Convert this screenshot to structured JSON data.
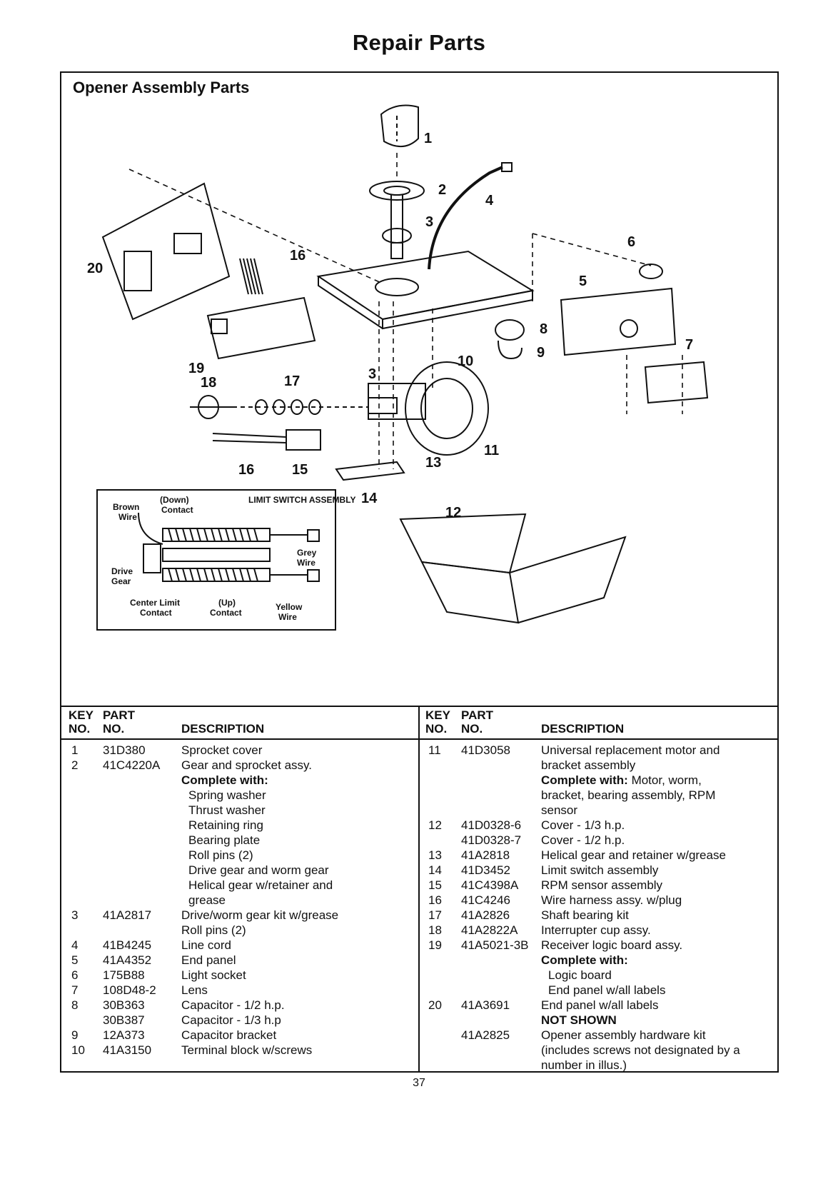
{
  "page_title": "Repair Parts",
  "section_title": "Opener Assembly Parts",
  "callouts": [
    "1",
    "2",
    "3",
    "4",
    "5",
    "6",
    "7",
    "8",
    "9",
    "10",
    "11",
    "12",
    "13",
    "14",
    "15",
    "16",
    "17",
    "18",
    "19",
    "20"
  ],
  "inset": {
    "title": "LIMIT SWITCH ASSEMBLY",
    "labels": {
      "down": "(Down)",
      "contact": "Contact",
      "brown": "Brown",
      "wire": "Wire",
      "grey": "Grey",
      "drive": "Drive",
      "gear": "Gear",
      "center_limit": "Center Limit",
      "up": "(Up)",
      "yellow": "Yellow"
    }
  },
  "table": {
    "headers": {
      "key": "KEY",
      "no": "NO.",
      "part": "PART",
      "description": "DESCRIPTION"
    },
    "left_rows": [
      {
        "key": "1",
        "part": "31D380",
        "desc": "Sprocket cover"
      },
      {
        "key": "2",
        "part": "41C4220A",
        "desc": "Gear and sprocket assy."
      },
      {
        "key": "",
        "part": "",
        "desc": "Complete with:",
        "bold": true
      },
      {
        "key": "",
        "part": "",
        "desc": "Spring washer",
        "indent": true
      },
      {
        "key": "",
        "part": "",
        "desc": "Thrust washer",
        "indent": true
      },
      {
        "key": "",
        "part": "",
        "desc": "Retaining ring",
        "indent": true
      },
      {
        "key": "",
        "part": "",
        "desc": "Bearing plate",
        "indent": true
      },
      {
        "key": "",
        "part": "",
        "desc": "Roll pins (2)",
        "indent": true
      },
      {
        "key": "",
        "part": "",
        "desc": "Drive gear and worm gear",
        "indent": true
      },
      {
        "key": "",
        "part": "",
        "desc": "Helical gear w/retainer and",
        "indent": true
      },
      {
        "key": "",
        "part": "",
        "desc": "grease",
        "indent": true
      },
      {
        "key": "3",
        "part": "41A2817",
        "desc": "Drive/worm gear kit w/grease"
      },
      {
        "key": "",
        "part": "",
        "desc": "Roll pins (2)"
      },
      {
        "key": "4",
        "part": "41B4245",
        "desc": "Line cord"
      },
      {
        "key": "5",
        "part": "41A4352",
        "desc": "End panel"
      },
      {
        "key": "6",
        "part": "175B88",
        "desc": "Light socket"
      },
      {
        "key": "7",
        "part": "108D48-2",
        "desc": "Lens"
      },
      {
        "key": "8",
        "part": "30B363",
        "desc": "Capacitor - 1/2 h.p."
      },
      {
        "key": "",
        "part": "30B387",
        "desc": "Capacitor - 1/3 h.p"
      },
      {
        "key": "9",
        "part": "12A373",
        "desc": "Capacitor bracket"
      },
      {
        "key": "10",
        "part": "41A3150",
        "desc": "Terminal block w/screws"
      }
    ],
    "right_rows": [
      {
        "key": "11",
        "part": "41D3058",
        "desc": "Universal replacement motor and"
      },
      {
        "key": "",
        "part": "",
        "desc": "bracket assembly"
      },
      {
        "key": "",
        "part": "",
        "desc_bold": "Complete with:",
        "desc": " Motor, worm,"
      },
      {
        "key": "",
        "part": "",
        "desc": "bracket, bearing assembly, RPM"
      },
      {
        "key": "",
        "part": "",
        "desc": "sensor"
      },
      {
        "key": "12",
        "part": "41D0328-6",
        "desc": "Cover - 1/3 h.p."
      },
      {
        "key": "",
        "part": "41D0328-7",
        "desc": "Cover - 1/2 h.p."
      },
      {
        "key": "13",
        "part": "41A2818",
        "desc": "Helical gear and retainer w/grease"
      },
      {
        "key": "14",
        "part": "41D3452",
        "desc": "Limit switch assembly"
      },
      {
        "key": "15",
        "part": "41C4398A",
        "desc": "RPM sensor assembly"
      },
      {
        "key": "16",
        "part": "41C4246",
        "desc": "Wire harness assy. w/plug"
      },
      {
        "key": "17",
        "part": "41A2826",
        "desc": "Shaft bearing kit"
      },
      {
        "key": "18",
        "part": "41A2822A",
        "desc": "Interrupter cup assy."
      },
      {
        "key": "19",
        "part": "41A5021-3B",
        "desc": "Receiver logic board assy."
      },
      {
        "key": "",
        "part": "",
        "desc": "Complete with:",
        "bold": true
      },
      {
        "key": "",
        "part": "",
        "desc": "Logic board",
        "indent": true
      },
      {
        "key": "",
        "part": "",
        "desc": "End panel w/all labels",
        "indent": true
      },
      {
        "key": "20",
        "part": "41A3691",
        "desc": "End panel w/all labels"
      },
      {
        "key": "",
        "part": "",
        "desc": "NOT SHOWN",
        "bold": true
      },
      {
        "key": "",
        "part": "41A2825",
        "desc": "Opener assembly hardware kit"
      },
      {
        "key": "",
        "part": "",
        "desc": "(includes screws not designated by a"
      },
      {
        "key": "",
        "part": "",
        "desc": "number in illus.)"
      }
    ]
  },
  "page_number": "37"
}
